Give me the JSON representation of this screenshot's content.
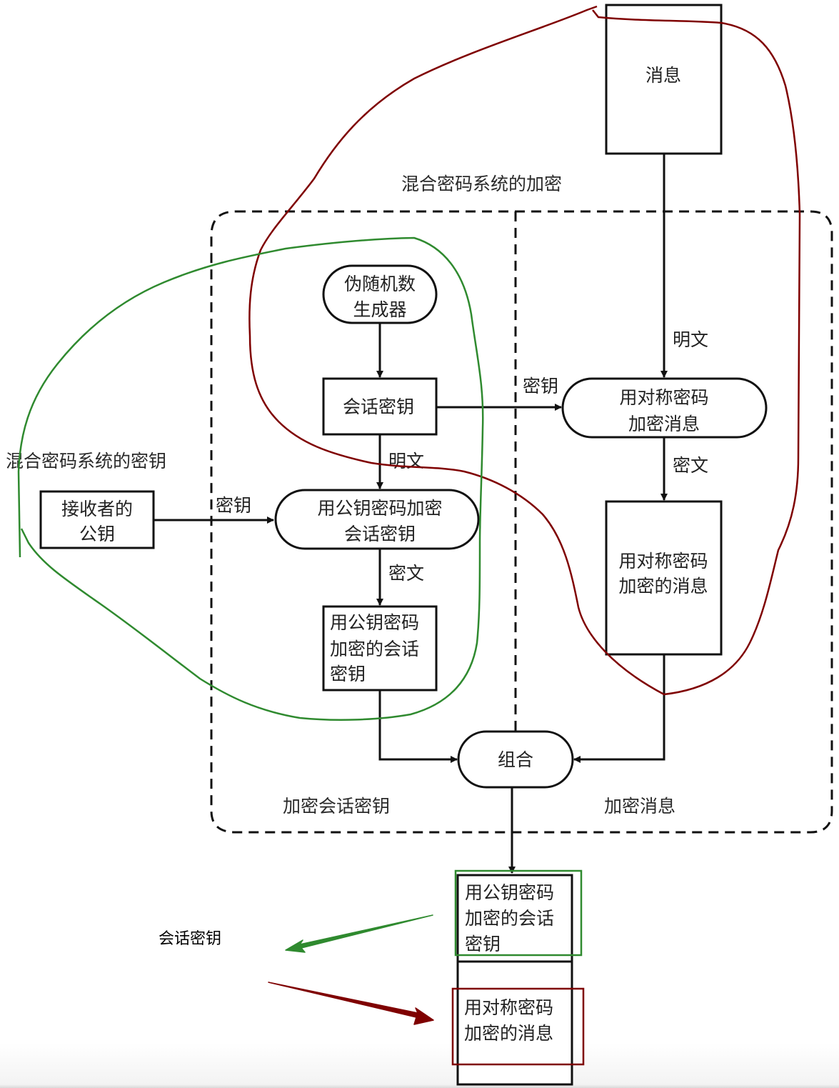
{
  "sections": {
    "encryption_title": "混合密码系统的加密",
    "key_title": "混合密码系统的密钥",
    "left_sub": "加密会话密钥",
    "right_sub": "加密消息"
  },
  "nodes": {
    "message": "消息",
    "prng_line1": "伪随机数",
    "prng_line2": "生成器",
    "session_key": "会话密钥",
    "receiver_pubkey_line1": "接收者的",
    "receiver_pubkey_line2": "公钥",
    "pk_encrypt_line1": "用公钥密码加密",
    "pk_encrypt_line2": "会话密钥",
    "pk_result_line1": "用公钥密码",
    "pk_result_line2": "加密的会话",
    "pk_result_line3": "密钥",
    "sym_encrypt_line1": "用对称密码",
    "sym_encrypt_line2": "加密消息",
    "sym_result_line1": "用对称密码",
    "sym_result_line2": "加密的消息",
    "combine": "组合",
    "out_pk_line1": "用公钥密码",
    "out_pk_line2": "加密的会话",
    "out_pk_line3": "密钥",
    "out_sym_line1": "用对称密码",
    "out_sym_line2": "加密的消息"
  },
  "edge_labels": {
    "message_plaintext": "明文",
    "session_to_sym_key": "密钥",
    "sym_ciphertext": "密文",
    "session_plaintext": "明文",
    "pubkey_key": "密钥",
    "pk_ciphertext": "密文"
  },
  "annotations": {
    "session_key_note": "会话密钥",
    "colors": {
      "red": "#7f0000",
      "green": "#2f8a2f"
    }
  }
}
